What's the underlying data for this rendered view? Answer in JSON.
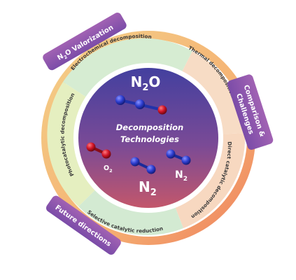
{
  "center": {
    "molecule_top": "N",
    "molecule_top_sub": "2",
    "molecule_top_tail": "O",
    "title_line1": "Decomposition",
    "title_line2": "Technologies",
    "o2_main": "O",
    "o2_sub": "2",
    "n2_main": "N",
    "n2_sub": "2",
    "n2_small_main": "N",
    "n2_small_sub": "2"
  },
  "ring_segments": {
    "electrochemical": "Electrochemical decomposition",
    "thermal": "Thermal decomposition",
    "direct_catalytic": "Direct catalytic decomposition",
    "selective_catalytic": "Selective catalytic reduction",
    "photocatalytic": "Photocatalytic decomposition"
  },
  "tabs": {
    "valorization_pre": "N",
    "valorization_sub": "2",
    "valorization_post": "O Valorization",
    "comparison_line1": "Comparison &",
    "comparison_line2": "Challenges",
    "future": "Future directions"
  },
  "colors": {
    "core_top": "#4f3f9e",
    "core_bottom": "#c0556e",
    "outer_ring_top": "#f1c36b",
    "outer_ring_bottom": "#ef8c5c",
    "tab_purple": "#8a57b4",
    "nitrogen_atom": "#2e3fd0",
    "oxygen_atom": "#d01427"
  }
}
